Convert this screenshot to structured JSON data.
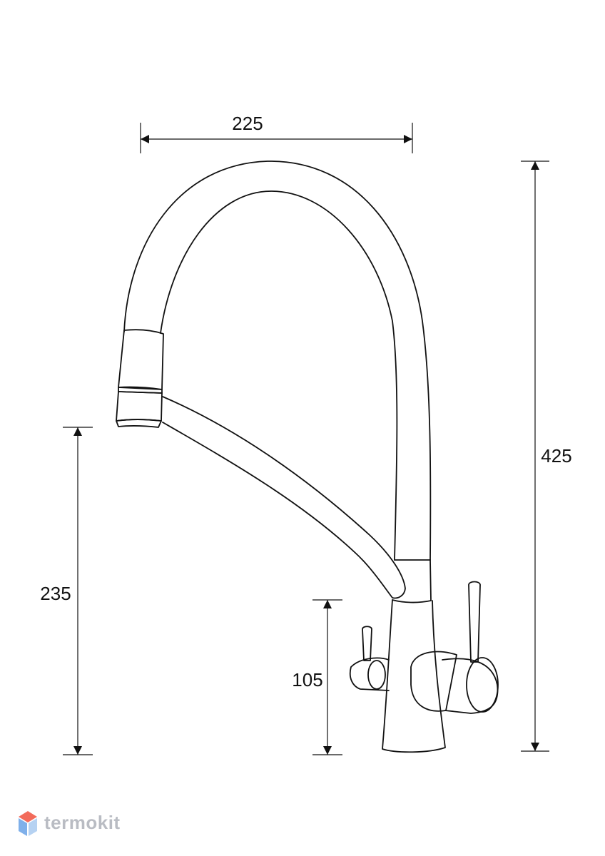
{
  "dimensions": {
    "width_label": "225",
    "total_height_label": "425",
    "spout_height_label": "235",
    "lever_height_label": "105"
  },
  "brand": {
    "name": "termokit",
    "colors": {
      "top": "#f26b5b",
      "left": "#7fb0ea",
      "right": "#b6d2f2",
      "text": "#b9bcc3"
    }
  },
  "colors": {
    "line": "#111111",
    "background": "#ffffff"
  }
}
